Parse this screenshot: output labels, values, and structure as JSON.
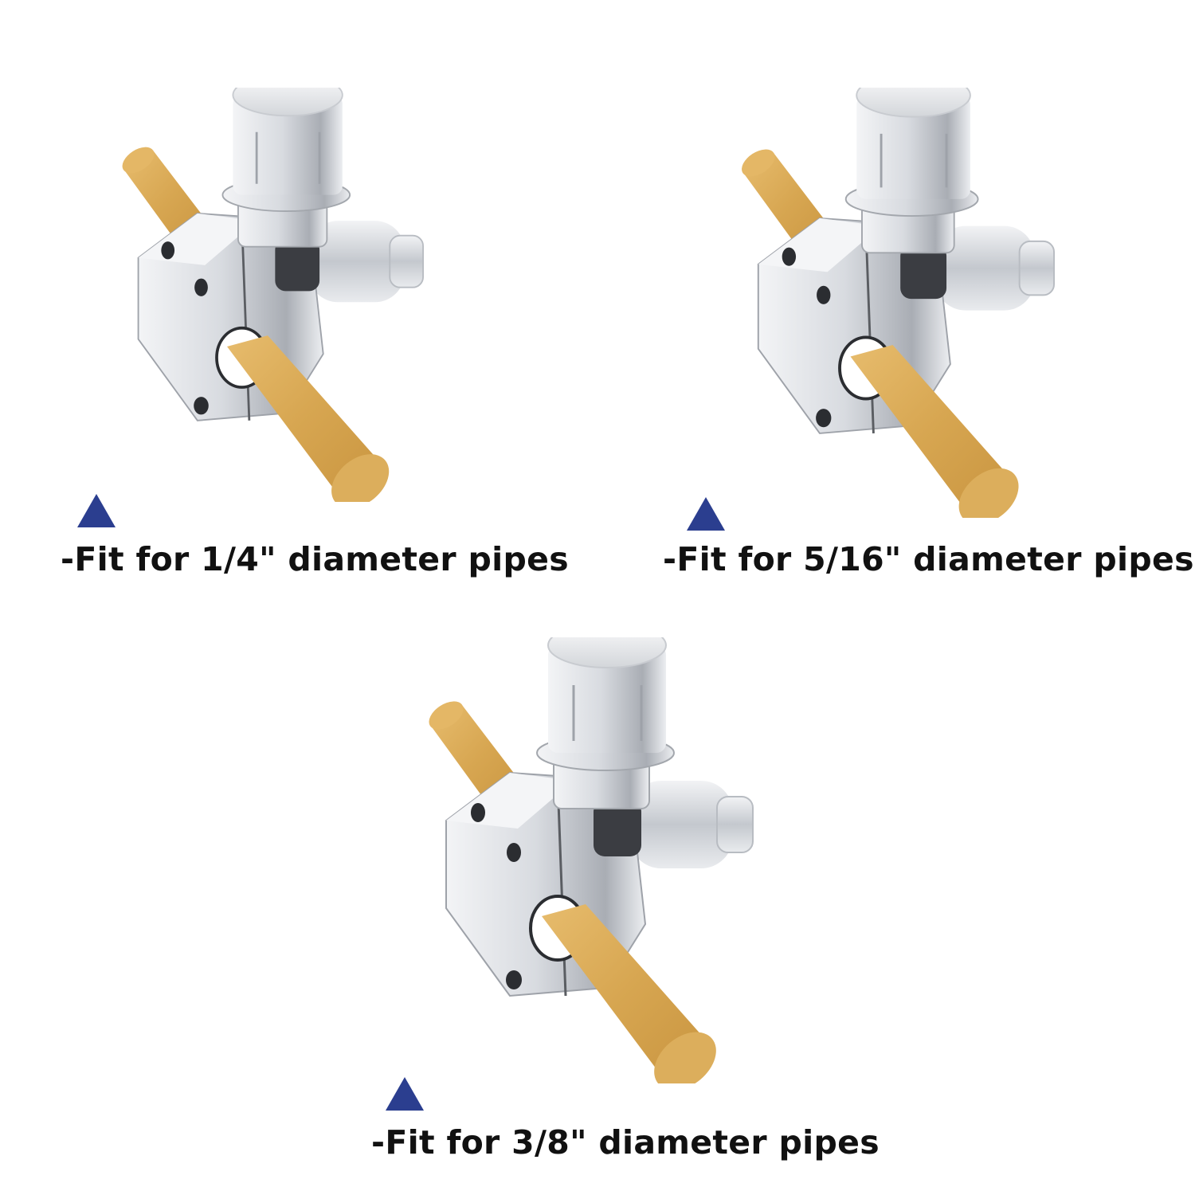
{
  "colors": {
    "marker": "#2B3E8F",
    "pipe": "#D9A85A",
    "metal": "#C9CCD1",
    "caption": "#111111"
  },
  "icons": {
    "product": "pipe-tap-valve-illustration",
    "marker": "triangle-marker-icon"
  },
  "captions": {
    "quarter": "-Fit for 1/4\" diameter pipes",
    "five_sixteenths": "-Fit for 5/16\" diameter pipes",
    "three_eighths": "-Fit for 3/8\" diameter pipes"
  }
}
